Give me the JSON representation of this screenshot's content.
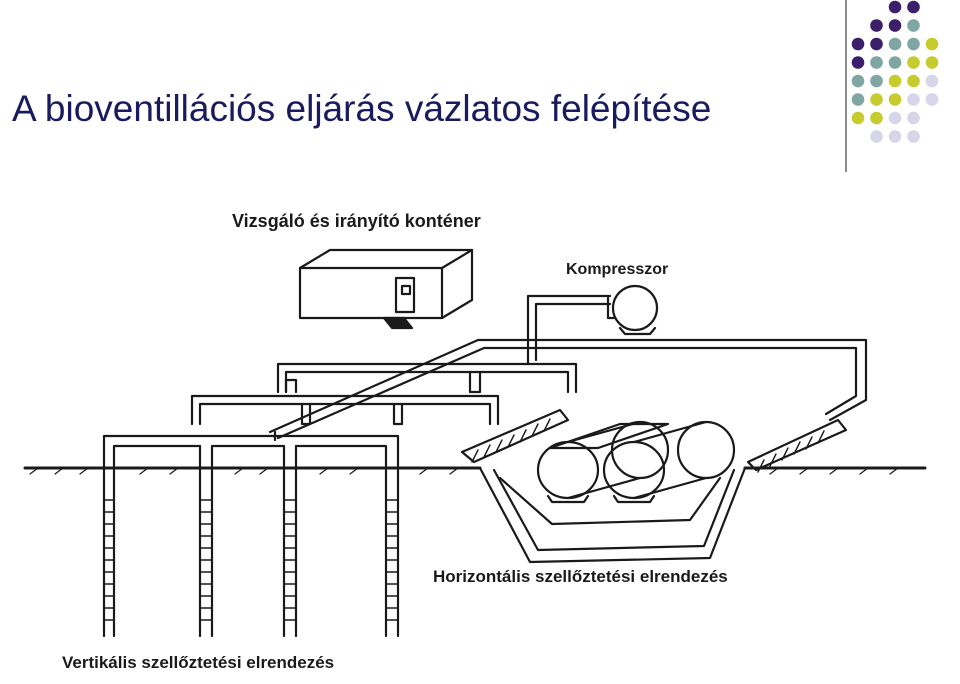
{
  "slide": {
    "title": "A bioventillációs eljárás vázlatos felépítése"
  },
  "diagram": {
    "labels": {
      "container": "Vizsgáló és irányító konténer",
      "compressor": "Kompresszor",
      "horizontal": "Horizontális szellőztetési elrendezés",
      "vertical": "Vertikális szellőztetési elrendezés"
    }
  },
  "colors": {
    "purple": "#3b1f6b",
    "teal": "#7fa6a3",
    "lime": "#c6cc2e",
    "lavender": "#d6d6e8",
    "title": "#1a1a5e"
  }
}
